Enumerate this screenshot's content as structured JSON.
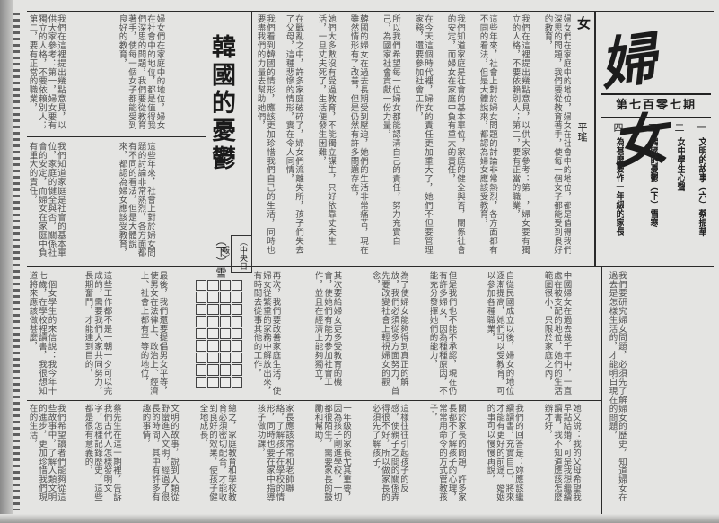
{
  "masthead": {
    "title": "婦女"
  },
  "issue": {
    "number": "第七百零七期"
  },
  "toc": {
    "entries": [
      {
        "num": "一",
        "text": "文明的故事（六）蔡振華"
      },
      {
        "num": "二",
        "text": "女中學生心聲"
      },
      {
        "num": "三",
        "text": "韓國的憂鬱（下）雪寒"
      },
      {
        "num": "四",
        "text": "為甚麼要作一年級的家長"
      }
    ]
  },
  "section_label": "女",
  "writer_label": "平瑤",
  "article": {
    "title": "韓國的憂鬱",
    "byline": "（下）雪",
    "box_label": "（中央日報）"
  },
  "columns": {
    "top": [
      "婦女們在家庭中的地位，婦女在社會中的地位，都是值得我們深思的問題，我們要從教育著手，使每一個女子都能受到良好的教育，",
      "我們在這裡提出幾點意見，以供大家參考：第一，婦女要有獨立的人格，不要依賴別人；第二，要有正當的職業，",
      "這些年來，社會上對於婦女問題的討論非常熱烈，各方面都有不同的看法，但是大體說來，都認為婦女應該受教育，",
      "我們知道家庭是社會的基本單位，家庭的健全與否，關係社會的安定，而婦女在家庭中負有重大的責任，",
      "在今天這個時代裡，婦女的責任更加重大了，她們不但要管理家務，還要參加社會工作，",
      "所以我們希望每一位婦女都能認清自己的責任，努力充實自己，為國家社會貢獻一份力量，",
      "韓國的婦女在過去長期受到壓迫，她們的生活非常痛苦，現在雖然情形有了改善，但是仍然有許多問題存在，",
      "她們大多數沒有受過教育，不能獨立謀生，只好依靠丈夫生活，一旦丈夫死了，生活便發生困難，",
      "在戰亂之中，許多家庭破碎了，婦女們流離失所，孩子們失去了父母，這種悲慘的情形，實在令人同情，",
      "我們看到韓國的情形，應該更加珍惜我們自己的生活，同時也要盡我們的力量去幫助她們，"
    ],
    "bottom": [
      "我們要研究婦女問題，必須先了解婦女的歷史，知道婦女在過去是怎樣生活的，才能明白現在的問題，",
      "中國婦女在過去幾千年中，一直處在被支配的地位，她們的生活範圍很小，只限於家庭之內，",
      "自從民國成立以後，婦女的地位逐漸提高，她們可以受教育，可以參加各種職業，",
      "但是我們也不能不承認，現在仍有許多婦女，因為種種原因，不能充分發揮她們的能力，",
      "為了使婦女能夠得到真正的解放，我們必須從多方面努力，首先要改變社會上輕視婦女的觀念，",
      "其次要給婦女更多受教育的機會，使她們有能力參加社會工作，並且在經濟上能夠獨立，",
      "再次，我們要改善家庭生活，使婦女從繁重的家務中解放出來，有時間去從事其他的工作，",
      "最後，我們還要提倡男女平等，使男女在法律上、政治上、經濟上、社會上都有平等的地位，",
      "這些工作都不是一朝一夕可以完成的，需要我們大家共同努力，長期奮鬥，才能達到目的，",
      "一個女學生的來信說：我今年十七歲，在學校裡讀書，我很想知道將來應該做甚麼，",
      "她又說：我的父母希望我早點結婚，可是我想繼續讀書，我不知道應該怎麼辦才好，",
      "我們的回答是：妳應該繼續讀書，充實自己，將來才能有更好的前途，婚姻的事可以慢慢再說，",
      "關於家長的問題，許多家長都不了解孩子的心理，常常用命令的方式管教孩子，",
      "這樣往往引起孩子的反感，使親子之間的關係弄得很不好，所以做家長的必須先了解孩子，",
      "一年級的家長尤其重要，因為孩子剛進學校，一切都很陌生，需要家長的鼓勵和幫助，",
      "家長應該常常和老師聯絡，了解孩子在學校的情形，同時也要在家中指導孩子做功課，",
      "總之，家庭教育和學校教育必須密切配合，才能收到良好的效果，使孩子健全地成長，",
      "文明的故事，說到人類從野蠻進入文明，經過了很長的時間，其中有許多有趣的事情，",
      "蔡先生在這一期裡，告訴我們古代人怎樣發明文字，怎樣記錄歷史，這些都是很有意義的，",
      "我們希望讀者們能夠從這些故事中，了解人類文明的進步，更加珍惜我們現在的生活，"
    ]
  }
}
